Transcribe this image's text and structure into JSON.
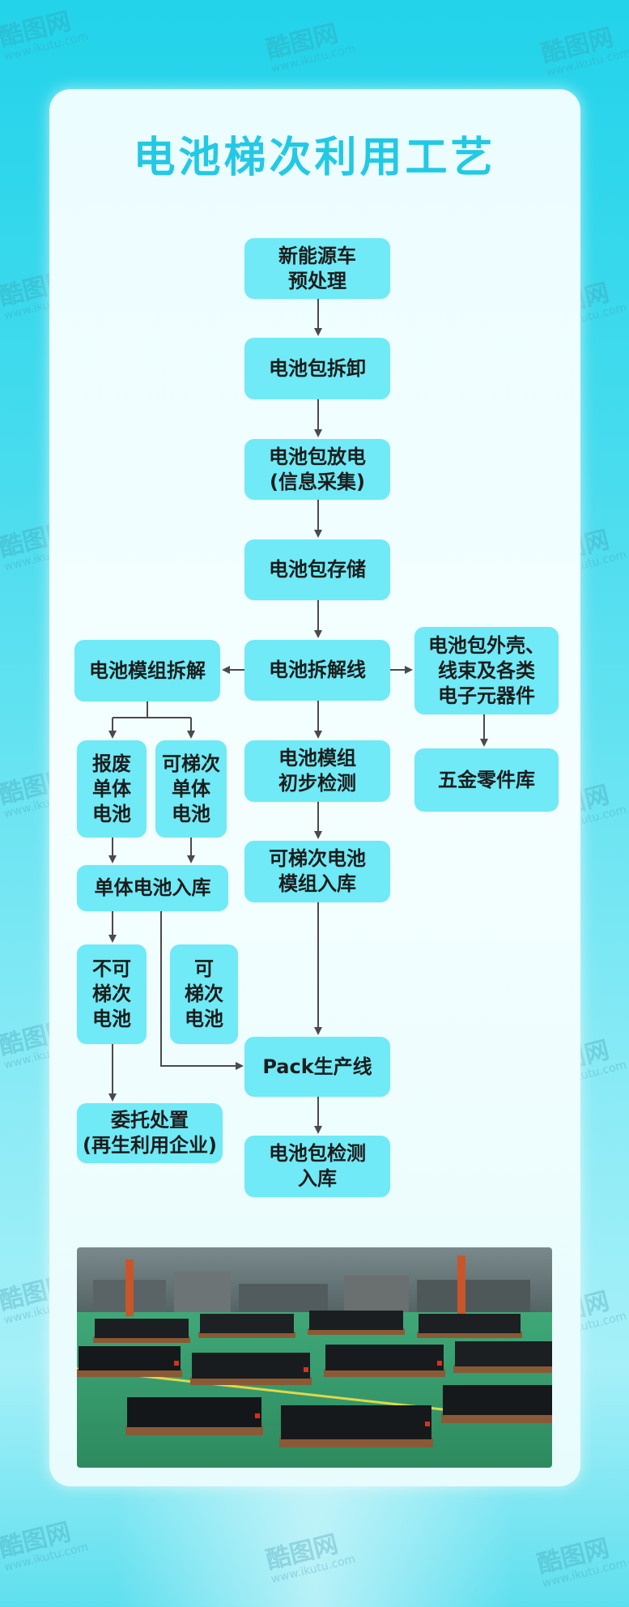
{
  "title": "电池梯次利用工艺",
  "watermark": {
    "brand": "酷图网",
    "site": "www.ikutu.com"
  },
  "steps": {
    "pretreat": "新能源车\n预处理",
    "remove": "电池包拆卸",
    "discharge": "电池包放电\n(信息采集)",
    "storage": "电池包存储",
    "disassembly_line": "电池拆解线",
    "module_disassembly": "电池模组拆解",
    "shell": "电池包外壳、\n线束及各类\n电子元器件",
    "hardware": "五金零件库",
    "scrap_cell": "报废\n单体\n电池",
    "reusable_cell": "可梯次\n单体\n电池",
    "module_test": "电池模组\n初步检测",
    "cell_storage": "单体电池入库",
    "module_storage": "可梯次电池\n模组入库",
    "non_reusable": "不可\n梯次\n电池",
    "reusable": "可\n梯次\n电池",
    "pack_line": "Pack生产线",
    "entrust": "委托处置\n(再生利用企业)",
    "pack_test": "电池包检测\n入库"
  },
  "colors": {
    "box": "#6feaf6",
    "title": "#23c9e4",
    "arrow": "#4a4a4a"
  }
}
